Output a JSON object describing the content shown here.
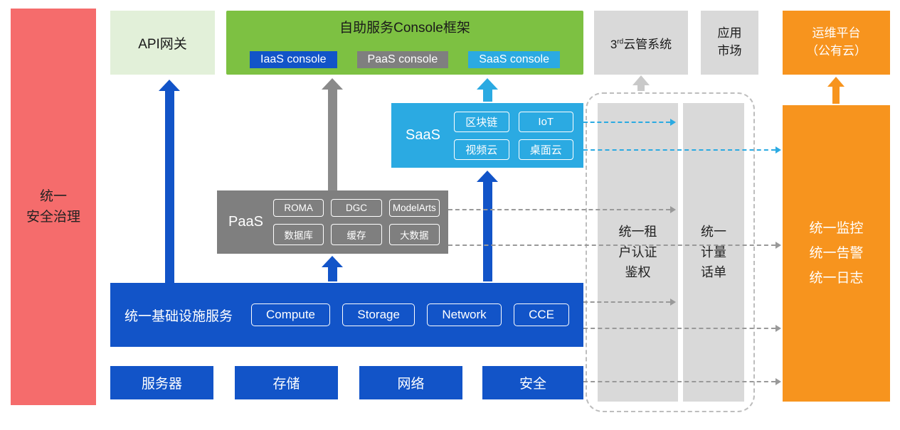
{
  "left_bar": {
    "label": "统一\n安全治理"
  },
  "api_gateway": {
    "label": "API网关"
  },
  "console_frame": {
    "title": "自助服务Console框架",
    "buttons": [
      {
        "label": "IaaS console"
      },
      {
        "label": "PaaS console"
      },
      {
        "label": "SaaS console"
      }
    ]
  },
  "cloud_mgmt": {
    "prefix": "3",
    "sup": "rd",
    "suffix": "云管系统"
  },
  "app_market": {
    "label": "应用\n市场"
  },
  "ops_platform": {
    "label": "运维平台\n（公有云）"
  },
  "saas": {
    "label": "SaaS",
    "services": [
      "区块链",
      "IoT",
      "视频云",
      "桌面云"
    ]
  },
  "paas": {
    "label": "PaaS",
    "services": [
      "ROMA",
      "DGC",
      "ModelArts",
      "数据库",
      "缓存",
      "大数据"
    ]
  },
  "infra": {
    "label": "统一基础设施服务",
    "services": [
      "Compute",
      "Storage",
      "Network",
      "CCE"
    ]
  },
  "resources": [
    "服务器",
    "存储",
    "网络",
    "安全"
  ],
  "tenant_bar": {
    "label": "统一租\n户认证\n鉴权"
  },
  "billing_bar": {
    "label": "统一\n计量\n话单"
  },
  "monitor_bar": {
    "label": "统一监控\n统一告警\n统一日志"
  },
  "colors": {
    "red": "#F56C6C",
    "light_green": "#E2F0D9",
    "green": "#7DC142",
    "blue": "#1254C8",
    "cyan": "#2BAAE2",
    "gray": "#7F7F7F",
    "light_gray": "#D9D9D9",
    "orange": "#F7941E"
  }
}
